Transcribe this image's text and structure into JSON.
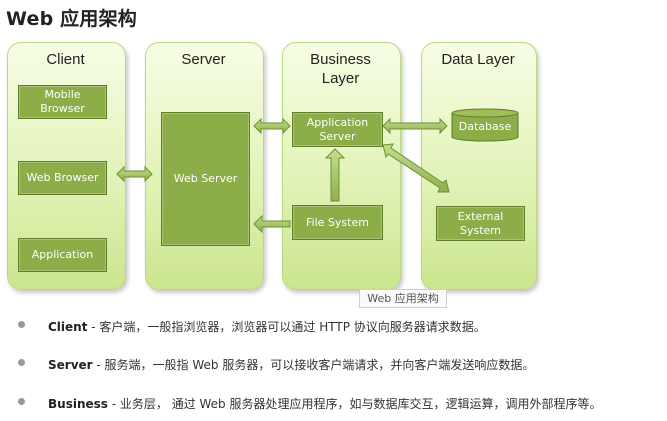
{
  "title": "Web 应用架构",
  "columns": {
    "client": "Client",
    "server": "Server",
    "business": "Business\nLayer",
    "data": "Data Layer"
  },
  "boxes": {
    "mobile_browser": "Mobile\nBrowser",
    "web_browser": "Web Browser",
    "application": "Application",
    "web_server": "Web Server",
    "application_server": "Application\nServer",
    "file_system": "File System",
    "database": "Database",
    "external_system": "External\nSystem"
  },
  "caption": "Web 应用架构",
  "bullets": [
    {
      "term": "Client",
      "desc": " - 客户端，一般指浏览器，浏览器可以通过 HTTP 协议向服务器请求数据。"
    },
    {
      "term": "Server",
      "desc": " - 服务端，一般指 Web 服务器，可以接收客户端请求，并向客户端发送响应数据。"
    },
    {
      "term": "Business",
      "desc": " - 业务层， 通过 Web 服务器处理应用程序，如与数据库交互，逻辑运算，调用外部程序等。"
    }
  ],
  "colors": {
    "column_fill": "#e2f3b8",
    "column_border": "#b9d97e",
    "box_fill": "#8cad48",
    "box_border": "#5f7d2a",
    "arrow_fill": "#a6c86a"
  }
}
